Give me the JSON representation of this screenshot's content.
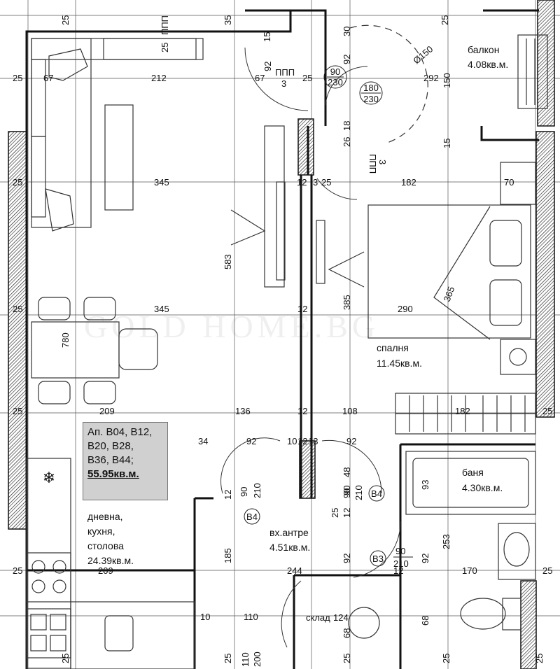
{
  "info": {
    "line1": "Ап. В04, В12,",
    "line2": "В20, В28,",
    "line3": "В36, В44;",
    "area": "55.95кв.м."
  },
  "rooms": [
    {
      "name": "балкон",
      "area": "4.08кв.м."
    },
    {
      "name": "спалня",
      "area": "11.45кв.м."
    },
    {
      "name": "баня",
      "area": "4.30кв.м."
    },
    {
      "name": "вх.антре",
      "area": "4.51кв.м."
    },
    {
      "name_lines": [
        "дневна,",
        "кухня,",
        "столова"
      ],
      "area": "24.39кв.м."
    },
    {
      "name": "склад",
      "area_num": "124"
    }
  ],
  "window_labels": [
    {
      "code": "ППП",
      "size": "25"
    },
    {
      "code": "ППП",
      "size": "3"
    },
    {
      "code": "ППП",
      "size": "3"
    }
  ],
  "door_fractions": [
    {
      "top": "90",
      "bottom": "230"
    },
    {
      "top": "180",
      "bottom": "230"
    },
    {
      "top": "90",
      "bottom": "210"
    },
    {
      "top": "90",
      "bottom": "210"
    },
    {
      "top": "90",
      "bottom": "210"
    }
  ],
  "door_tags": [
    "В4",
    "В4",
    "В3"
  ],
  "circle_dim": "Ø150",
  "dims": [
    "25",
    "35",
    "30",
    "25",
    "67",
    "212",
    "15",
    "92",
    "67",
    "25",
    "92",
    "292",
    "150",
    "18",
    "26",
    "15",
    "25",
    "345",
    "583",
    "12",
    "3",
    "25",
    "182",
    "70",
    "385",
    "290",
    "365",
    "25",
    "345",
    "12",
    "780",
    "25",
    "209",
    "136",
    "12",
    "108",
    "182",
    "25",
    "34",
    "92",
    "10",
    "12",
    "13",
    "92",
    "48",
    "93",
    "12",
    "90",
    "25",
    "12",
    "185",
    "25",
    "92",
    "92",
    "253",
    "25",
    "209",
    "244",
    "12",
    "170",
    "10",
    "110",
    "68",
    "68",
    "25",
    "25",
    "110",
    "200",
    "25",
    "25",
    "25",
    "25"
  ],
  "watermark": "GOLD HOME.BG"
}
